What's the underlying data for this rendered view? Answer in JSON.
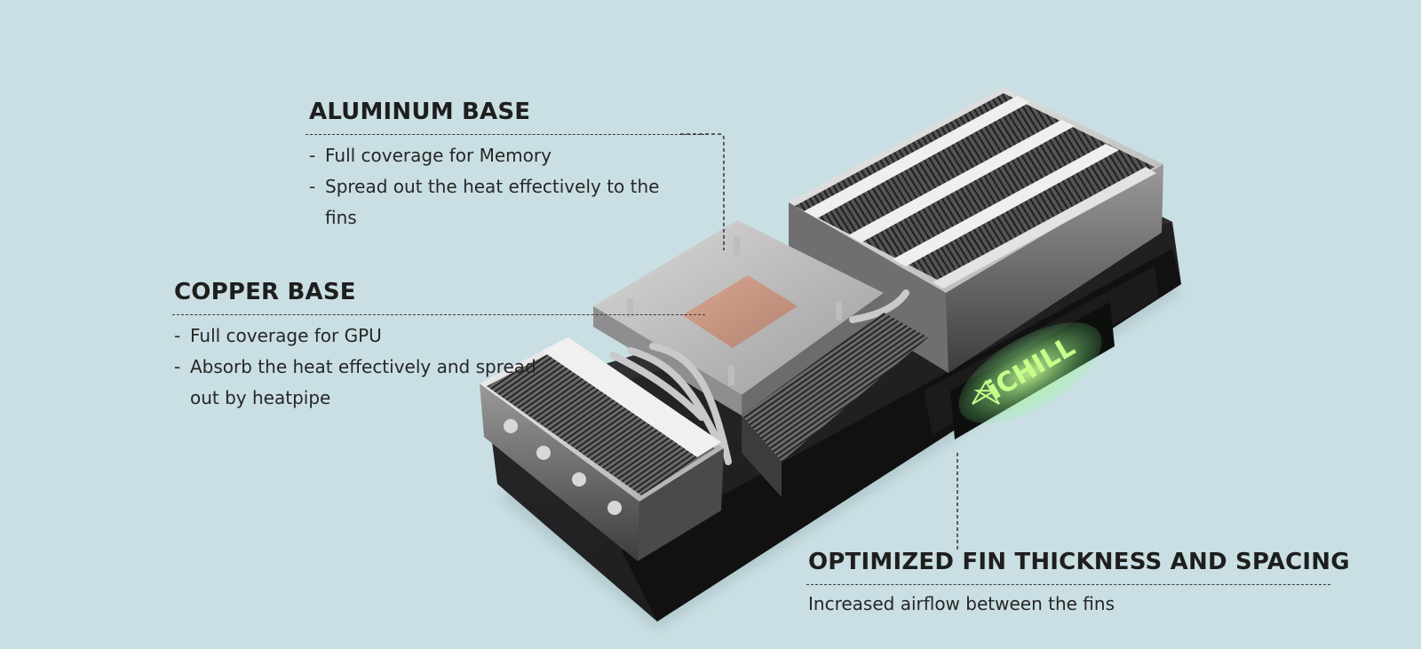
{
  "callouts": {
    "aluminum_base": {
      "title": "ALUMINUM BASE",
      "items": [
        "Full coverage for Memory",
        "Spread out the heat effectively to the fins"
      ]
    },
    "copper_base": {
      "title": "COPPER BASE",
      "items": [
        "Full coverage for GPU",
        "Absorb the heat effectively and spread out by heatpipe"
      ]
    },
    "fin_spacing": {
      "title": "OPTIMIZED FIN THICKNESS AND SPACING",
      "description": "Increased airflow between the fins"
    }
  },
  "product_image": {
    "logo_text": "iCHILL",
    "colors": {
      "background": "#cadfe3",
      "shroud": "#1d1d1f",
      "fin_light": "#e6e6e6",
      "fin_dark": "#3a3a3c",
      "copper": "#c8957f",
      "logo_glow": "#b6ff7a"
    }
  }
}
